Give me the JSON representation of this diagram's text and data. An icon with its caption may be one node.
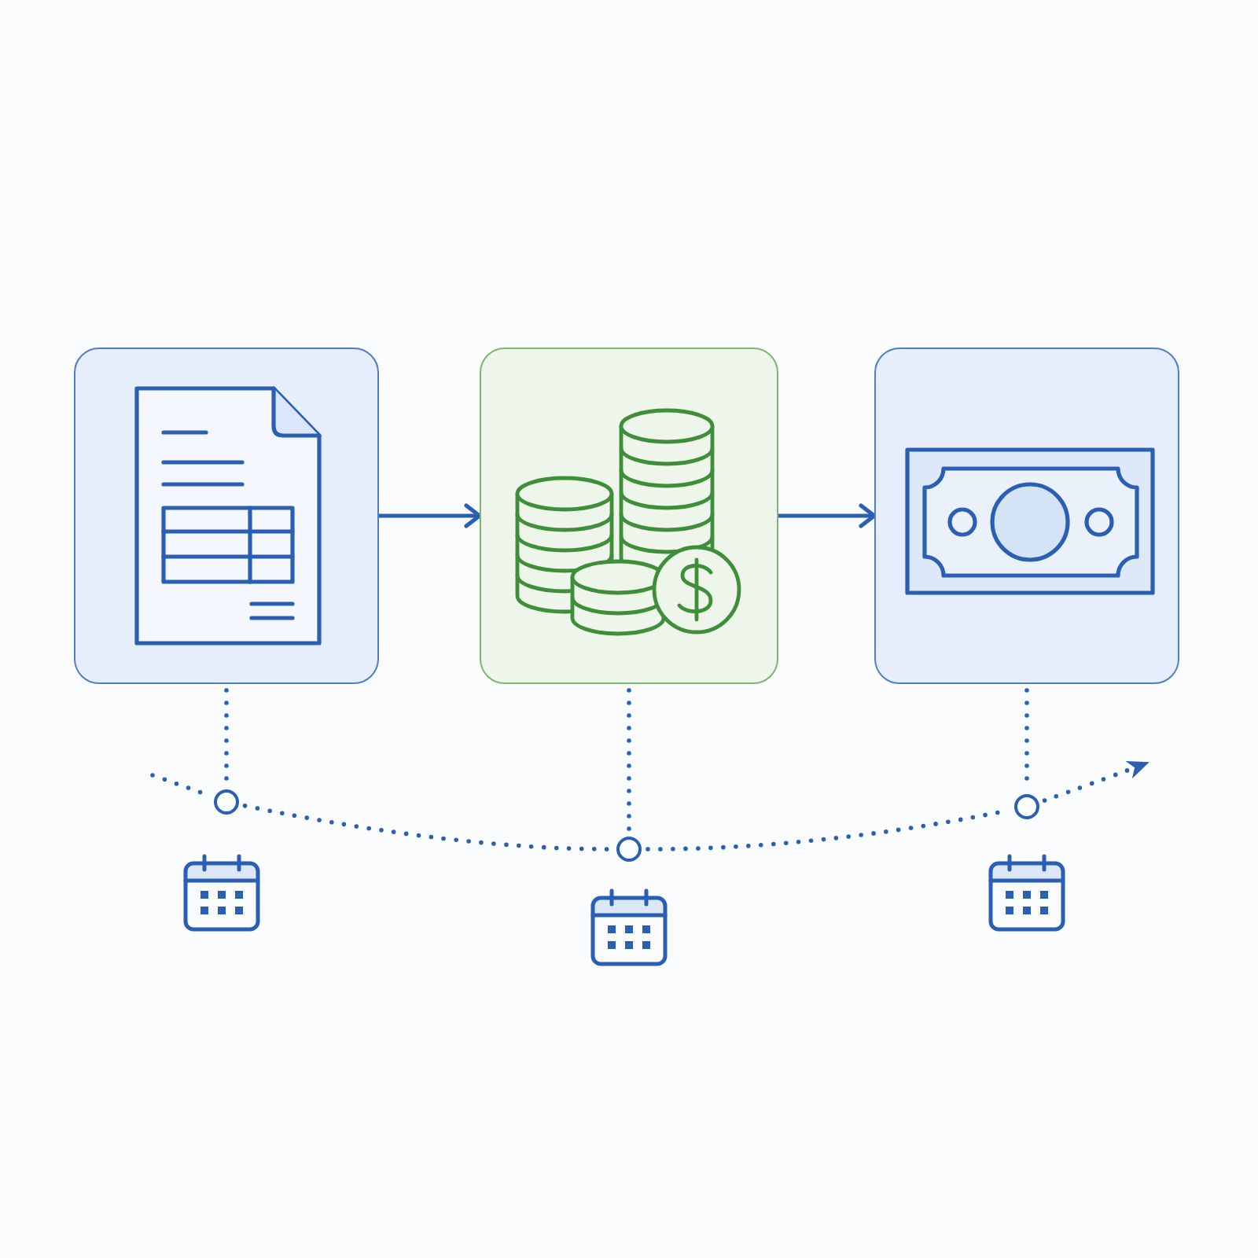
{
  "diagram": {
    "nodes": [
      {
        "text": [],
        "shape": "picture"
      },
      {
        "text": [],
        "shape": "picture"
      },
      {
        "text": [],
        "shape": "picture"
      },
      {
        "text": [],
        "shape": "circle"
      },
      {
        "text": [],
        "shape": "circle"
      },
      {
        "text": [],
        "shape": "circle"
      }
    ],
    "edges": [
      {
        "from": 0,
        "to": 1,
        "arrow": "to"
      },
      {
        "from": 1,
        "to": 2,
        "arrow": "to"
      },
      {
        "from": 0,
        "to": 3,
        "arrow": "none",
        "style": "dashed"
      },
      {
        "from": 1,
        "to": 4,
        "arrow": "none",
        "style": "dashed"
      },
      {
        "from": 2,
        "to": 5,
        "arrow": "none",
        "style": "dashed"
      },
      {
        "from": null,
        "to": 3,
        "arrow": "none",
        "style": "dashed"
      },
      {
        "from": 3,
        "to": 4,
        "arrow": "none",
        "style": "dashed"
      },
      {
        "from": 4,
        "to": 5,
        "arrow": "none",
        "style": "dashed"
      },
      {
        "from": 5,
        "to": null,
        "arrow": "to",
        "style": "dashed"
      }
    ]
  }
}
